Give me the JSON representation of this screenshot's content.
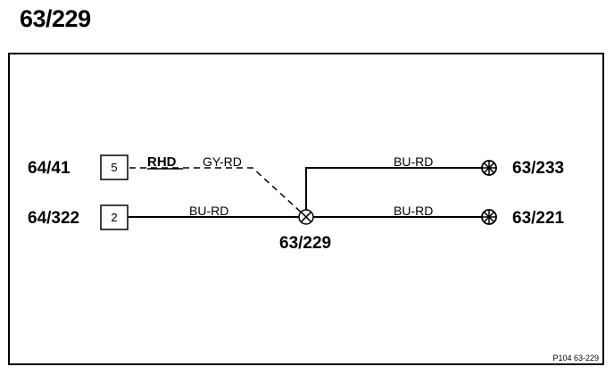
{
  "page_title": "63/229",
  "connectors": {
    "c1": {
      "label": "64/41",
      "pin": "5"
    },
    "c2": {
      "label": "64/322",
      "pin": "2"
    }
  },
  "splice": {
    "label": "63/229"
  },
  "earths": {
    "e1": {
      "label": "63/233"
    },
    "e2": {
      "label": "63/221"
    }
  },
  "wires": {
    "w_rhd": {
      "qualifier": "RHD",
      "color": "GY-RD"
    },
    "w_in": {
      "color": "BU-RD"
    },
    "w_top": {
      "color": "BU-RD"
    },
    "w_bottom": {
      "color": "BU-RD"
    }
  },
  "footer_ref": "P104  63-229"
}
